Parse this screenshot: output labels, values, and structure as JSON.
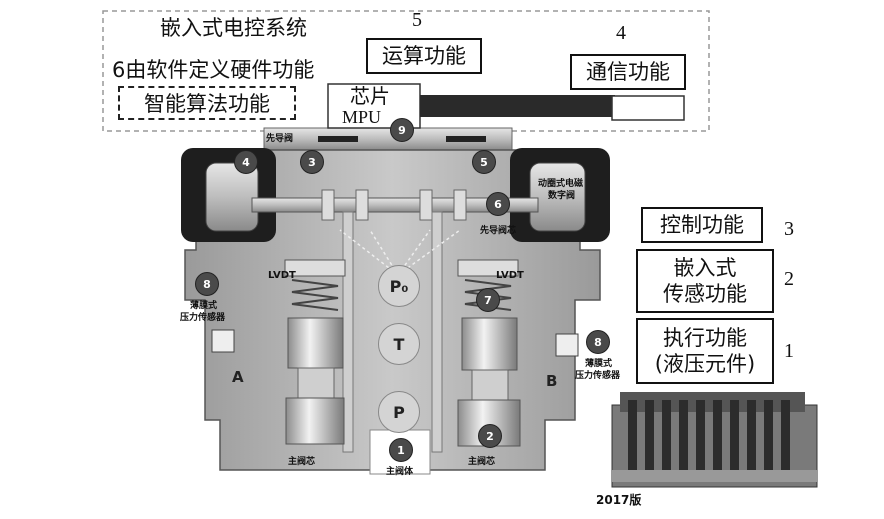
{
  "system": {
    "title": "嵌入式电控系统",
    "software_defined": "6由软件定义硬件功能",
    "intelligent_algo": "智能算法功能"
  },
  "functions": {
    "compute": {
      "num": "5",
      "label": "运算功能"
    },
    "comm": {
      "num": "4",
      "label": "通信功能"
    },
    "control": {
      "num": "3",
      "label": "控制功能"
    },
    "sensing": {
      "num": "2",
      "label_line1": "嵌入式",
      "label_line2": "传感功能"
    },
    "execution": {
      "num": "1",
      "label_line1": "执行功能",
      "label_line2": "(液压元件)"
    }
  },
  "chip": {
    "line1": "芯片",
    "line2": "MPU"
  },
  "valve": {
    "pilot_valve": "先导阀",
    "moving_coil_line1": "动圈式电磁",
    "moving_coil_line2": "数字阀",
    "pilot_spool": "先导阀芯",
    "lvdt_left": "LVDT",
    "lvdt_right": "LVDT",
    "membrane_left_line1": "薄膜式",
    "membrane_left_line2": "压力传感器",
    "membrane_right_line1": "薄膜式",
    "membrane_right_line2": "压力传感器",
    "port_a": "A",
    "port_b": "B",
    "port_p0": "P₀",
    "port_t": "T",
    "port_p": "P",
    "main_spool_left": "主阀芯",
    "main_spool_right": "主阀芯",
    "main_body": "主阀体",
    "badges": [
      "1",
      "2",
      "3",
      "4",
      "5",
      "6",
      "7",
      "8",
      "8",
      "9"
    ]
  },
  "photo_caption": "2017版"
}
